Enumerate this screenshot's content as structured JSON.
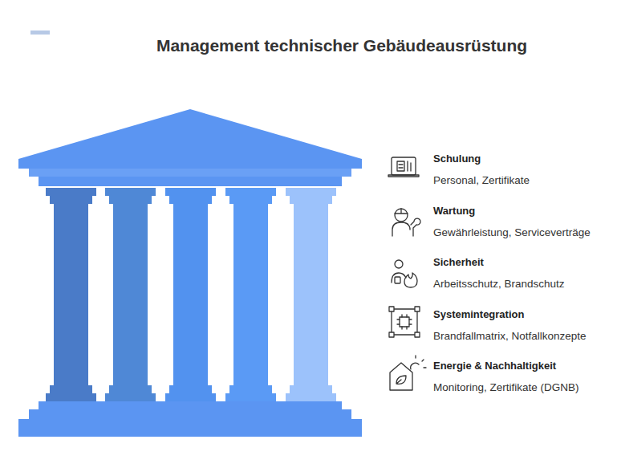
{
  "diagram": {
    "title": "Management technischer Gebäudeausrüstung",
    "labels": [
      "Schulung",
      "Personal, Zertifikate",
      "Wartung",
      "Gewährleistung, Serviceverträge",
      "Sicherheit",
      "Arbeitsschutz, Brandschutz",
      "Systemintegration",
      "Brandfallmatrix, Notfallkonzepte",
      "Energie & Nachhaltigkeit",
      "Monitoring, Zertifikate (DGNB)"
    ]
  }
}
